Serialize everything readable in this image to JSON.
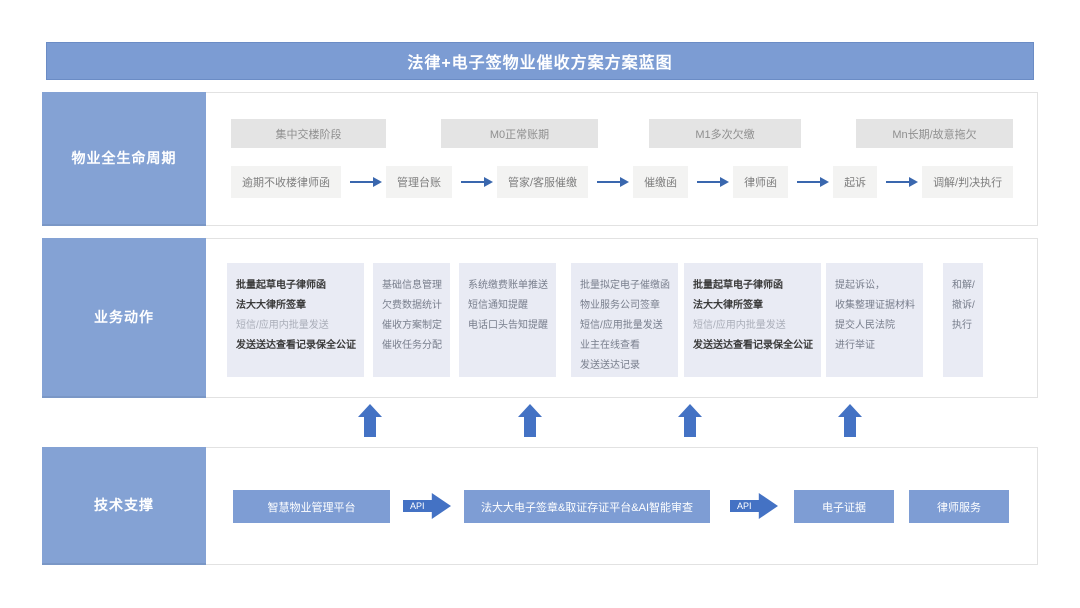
{
  "title": "法律+电子签物业催收方案方案蓝图",
  "colors": {
    "header_blue": "#7C9CD3",
    "label_blue": "#84A2D4",
    "tech_blue": "#7E9DD4",
    "arrow_blue": "#4472C4",
    "flow_arrow_blue": "#3A67AE",
    "phase_gray_bg": "#E4E4E4",
    "action_box_bg": "#E9EBF4",
    "flow_item_bg": "#F3F3F2"
  },
  "lifecycle": {
    "label": "物业全生命周期",
    "phases": [
      "集中交楼阶段",
      "M0正常账期",
      "M1多次欠缴",
      "Mn长期/故意拖欠"
    ],
    "flow": [
      "逾期不收楼律师函",
      "管理台账",
      "管家/客服催缴",
      "催缴函",
      "律师函",
      "起诉",
      "调解/判决执行"
    ]
  },
  "actions": {
    "label": "业务动作",
    "boxes": [
      {
        "lines": [
          {
            "text": "批量起草电子律师函",
            "style": "bold"
          },
          {
            "text": "法大大律所签章",
            "style": "bold"
          },
          {
            "text": "短信/应用内批量发送",
            "style": "muted"
          },
          {
            "text": "发送送达查看记录保全公证",
            "style": "bold"
          }
        ]
      },
      {
        "lines": [
          {
            "text": "基础信息管理",
            "style": "normal"
          },
          {
            "text": "欠费数据统计",
            "style": "normal"
          },
          {
            "text": "催收方案制定",
            "style": "normal"
          },
          {
            "text": "催收任务分配",
            "style": "normal"
          }
        ]
      },
      {
        "lines": [
          {
            "text": "系统缴费账单推送",
            "style": "normal"
          },
          {
            "text": "短信通知提醒",
            "style": "normal"
          },
          {
            "text": "电话口头告知提醒",
            "style": "normal"
          }
        ]
      },
      {
        "lines": [
          {
            "text": "批量拟定电子催缴函",
            "style": "normal"
          },
          {
            "text": "物业服务公司签章",
            "style": "normal"
          },
          {
            "text": "短信/应用批量发送",
            "style": "normal"
          },
          {
            "text": "业主在线查看",
            "style": "normal"
          },
          {
            "text": "发送送达记录",
            "style": "normal"
          }
        ]
      },
      {
        "lines": [
          {
            "text": "批量起草电子律师函",
            "style": "bold"
          },
          {
            "text": "法大大律所签章",
            "style": "bold"
          },
          {
            "text": "短信/应用内批量发送",
            "style": "muted"
          },
          {
            "text": "发送送达查看记录保全公证",
            "style": "bold"
          }
        ]
      },
      {
        "lines": [
          {
            "text": "提起诉讼，",
            "style": "normal"
          },
          {
            "text": "收集整理证据材料",
            "style": "normal"
          },
          {
            "text": "提交人民法院",
            "style": "normal"
          },
          {
            "text": "进行举证",
            "style": "normal"
          }
        ]
      },
      {
        "lines": [
          {
            "text": "和解/",
            "style": "normal"
          },
          {
            "text": "撤诉/",
            "style": "normal"
          },
          {
            "text": "执行",
            "style": "normal"
          }
        ]
      }
    ]
  },
  "tech": {
    "label": "技术支撑",
    "boxes": [
      "智慧物业管理平台",
      "法大大电子签章&取证存证平台&AI智能审查",
      "电子证据",
      "律师服务"
    ],
    "api_label": "API"
  }
}
